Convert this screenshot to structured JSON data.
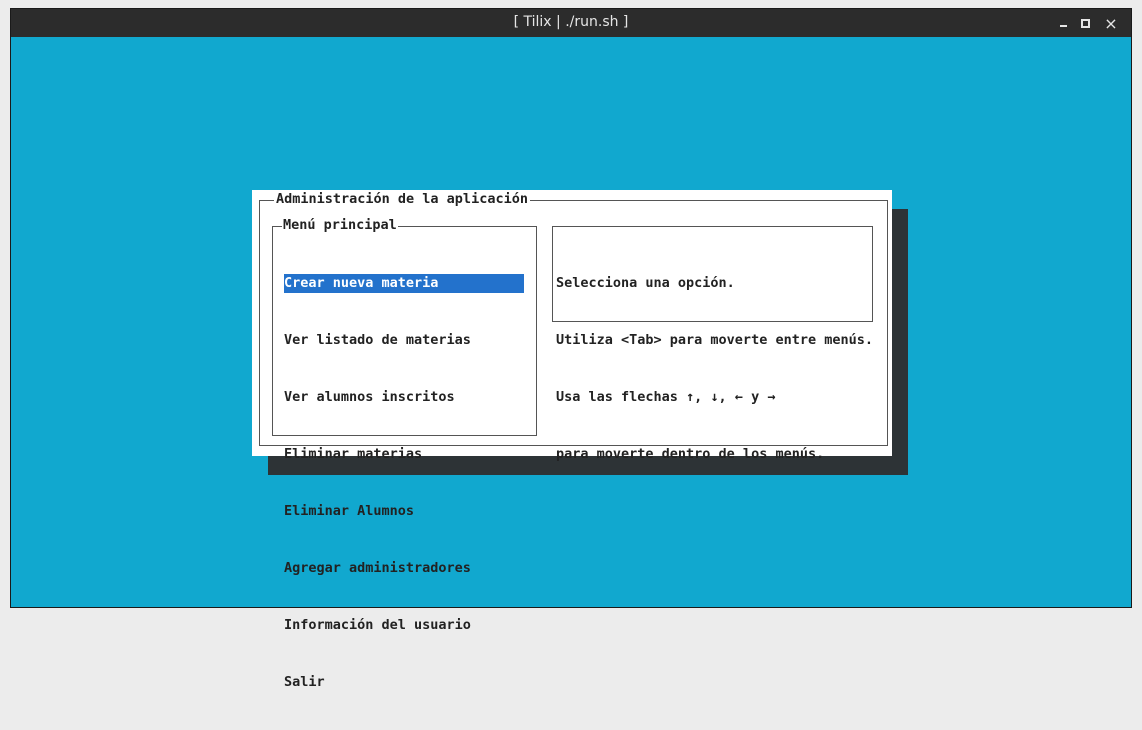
{
  "window": {
    "title": "[ Tilix | ./run.sh ]",
    "controls": {
      "minimize": "",
      "maximize": "",
      "close": "×"
    }
  },
  "dialog": {
    "title": "Administración de la aplicación",
    "menu": {
      "title": "Menú principal",
      "items": [
        {
          "label": "Crear nueva materia",
          "selected": true
        },
        {
          "label": "Ver listado de materias"
        },
        {
          "label": "Ver alumnos inscritos"
        },
        {
          "label": "Eliminar materias"
        },
        {
          "label": "Eliminar Alumnos"
        },
        {
          "label": "Agregar administradores"
        },
        {
          "label": "Información del usuario"
        },
        {
          "label": "Salir"
        }
      ]
    },
    "help": [
      "Selecciona una opción.",
      "Utiliza <Tab> para moverte entre menús.",
      "Usa las flechas ↑, ↓, ← y →",
      "para moverte dentro de los menús."
    ]
  },
  "colors": {
    "terminal_bg": "#11a8cf",
    "titlebar_bg": "#2c2c2c",
    "dialog_bg": "#ffffff",
    "dialog_shadow": "#2d3336",
    "selection_bg": "#2372cc"
  }
}
